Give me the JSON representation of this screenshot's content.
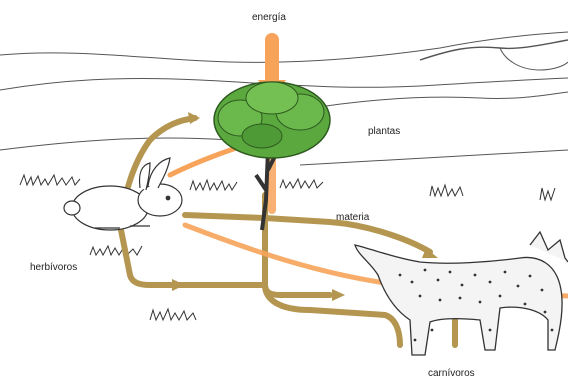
{
  "diagram": {
    "labels": {
      "energy": "energía",
      "plants": "plantas",
      "matter": "materia",
      "herbivores": "herbívoros",
      "carnivores": "carnívoros"
    },
    "colors": {
      "energy_flow": "#f7a35a",
      "matter_flow": "#b49650",
      "tree_foliage": "#5aa83e",
      "line_art": "#333333"
    }
  }
}
